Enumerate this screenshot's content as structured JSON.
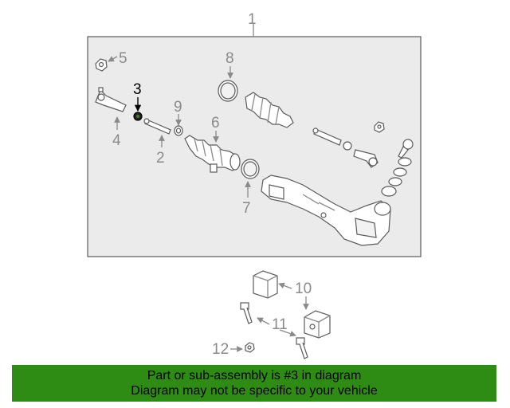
{
  "diagram": {
    "callouts": {
      "c1": "1",
      "c2": "2",
      "c3": "3",
      "c4": "4",
      "c5": "5",
      "c6": "6",
      "c7": "7",
      "c8": "8",
      "c9": "9",
      "c10": "10",
      "c11": "11",
      "c12": "12"
    },
    "highlighted_part": "3",
    "colors": {
      "panel": "#ebebeb",
      "line": "#5a5a5a",
      "callout": "#8a8a8a",
      "highlight": "#000000",
      "banner": "#2e8b14"
    }
  },
  "banner": {
    "line1": "Part or sub-assembly is #3 in diagram",
    "line2": "Diagram may not be specific to your vehicle"
  }
}
